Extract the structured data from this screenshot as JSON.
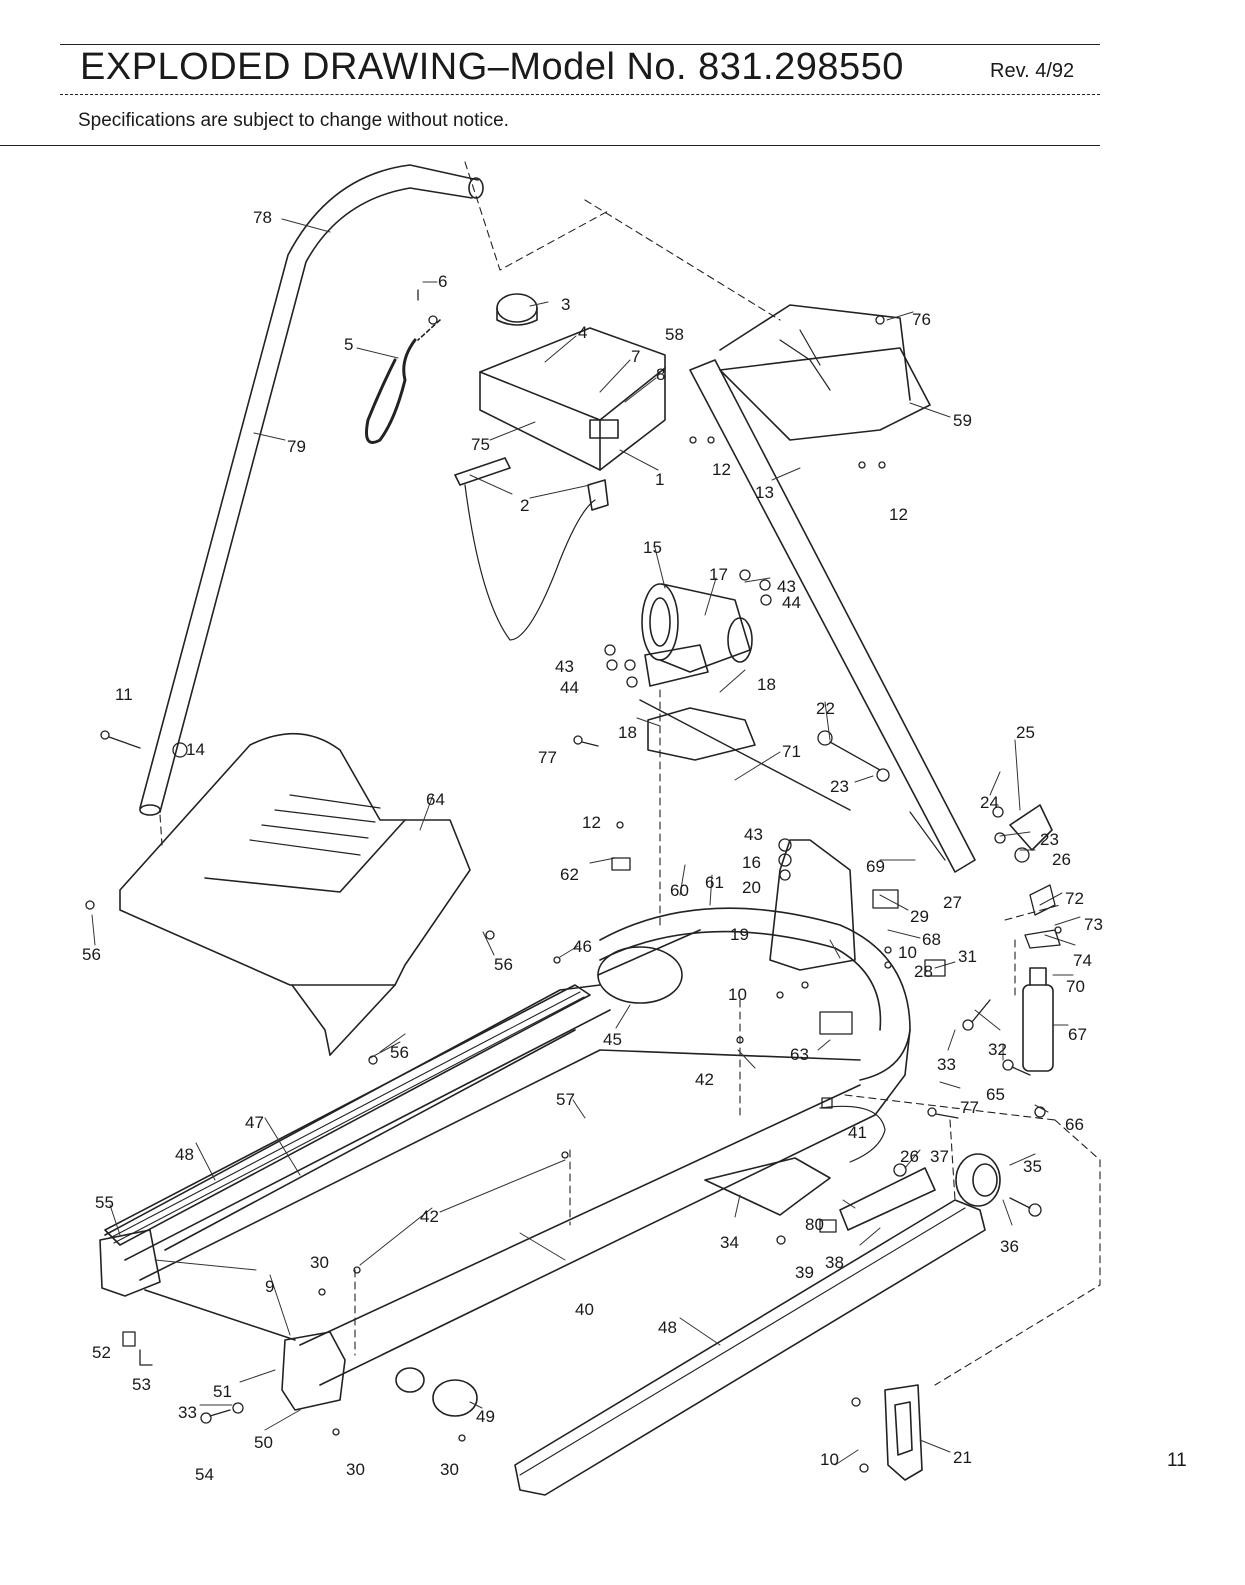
{
  "header": {
    "title": "EXPLODED DRAWING–Model No. 831.298550",
    "revision": "Rev. 4/92",
    "subtitle": "Specifications are subject to change without notice."
  },
  "page_number": "11",
  "part_labels": {
    "p1": "1",
    "p2": "2",
    "p3": "3",
    "p4": "4",
    "p5": "5",
    "p6": "6",
    "p7": "7",
    "p8": "8",
    "p9": "9",
    "p10": "10",
    "p11": "11",
    "p12": "12",
    "p13": "13",
    "p14": "14",
    "p15": "15",
    "p16": "16",
    "p17": "17",
    "p18": "18",
    "p19": "19",
    "p20": "20",
    "p21": "21",
    "p22": "22",
    "p23": "23",
    "p24": "24",
    "p25": "25",
    "p26": "26",
    "p27": "27",
    "p28": "28",
    "p29": "29",
    "p30": "30",
    "p31": "31",
    "p32": "32",
    "p33": "33",
    "p34": "34",
    "p35": "35",
    "p36": "36",
    "p37": "37",
    "p38": "38",
    "p39": "39",
    "p40": "40",
    "p41": "41",
    "p42": "42",
    "p43": "43",
    "p44": "44",
    "p45": "45",
    "p46": "46",
    "p47": "47",
    "p48": "48",
    "p49": "49",
    "p50": "50",
    "p51": "51",
    "p52": "52",
    "p53": "53",
    "p54": "54",
    "p55": "55",
    "p56": "56",
    "p57": "57",
    "p58": "58",
    "p59": "59",
    "p60": "60",
    "p61": "61",
    "p62": "62",
    "p63": "63",
    "p64": "64",
    "p65": "65",
    "p66": "66",
    "p67": "67",
    "p68": "68",
    "p69": "69",
    "p70": "70",
    "p71": "71",
    "p72": "72",
    "p73": "73",
    "p74": "74",
    "p75": "75",
    "p76": "76",
    "p77": "77",
    "p78": "78",
    "p79": "79",
    "p80": "80"
  }
}
